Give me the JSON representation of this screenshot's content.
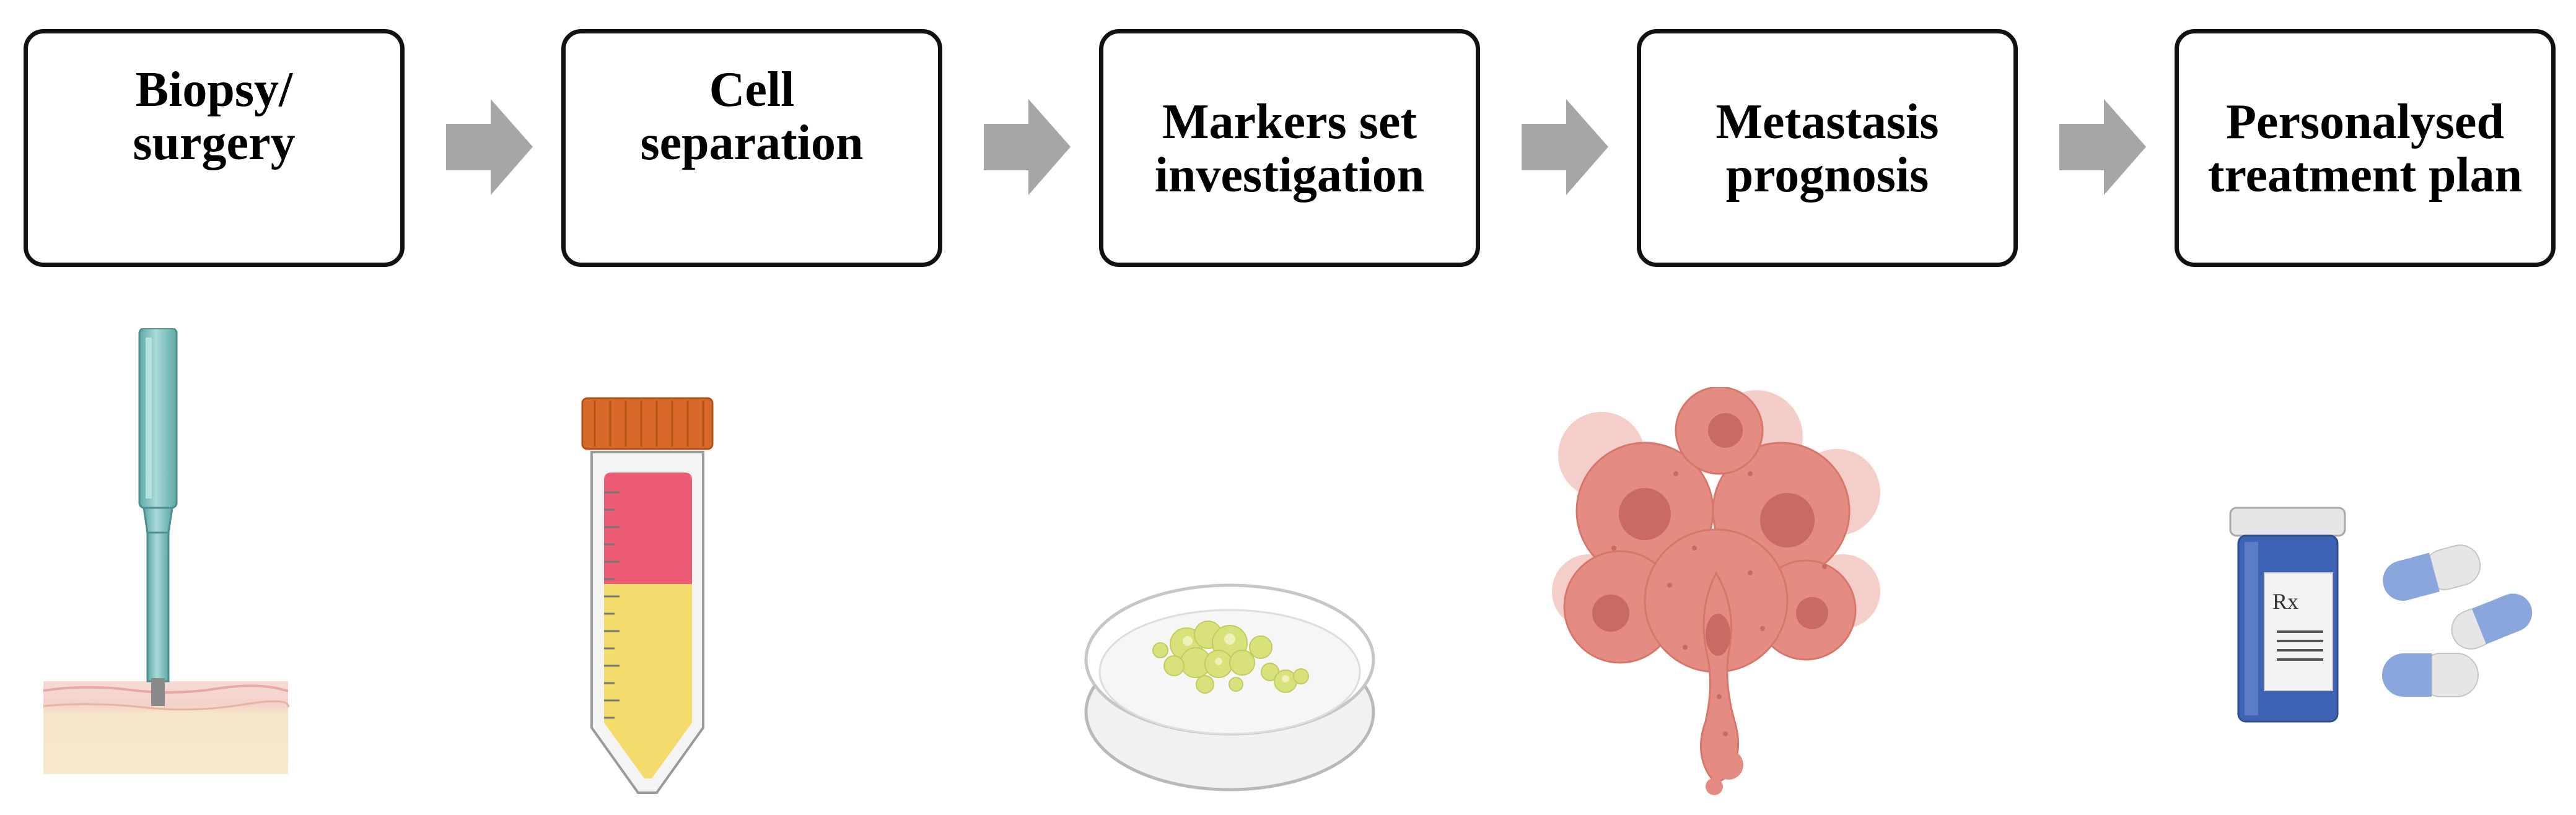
{
  "steps": [
    {
      "label": "Biopsy/\nsurgery"
    },
    {
      "label": "Cell\nseparation"
    },
    {
      "label": "Markers set\ninvestigation"
    },
    {
      "label": "Metastasis\nprognosis"
    },
    {
      "label": "Personalysed\ntreatment plan"
    }
  ],
  "illustrations": [
    {
      "icon": "biopsy-needle-skin-icon"
    },
    {
      "icon": "centrifuge-tube-icon"
    },
    {
      "icon": "petri-dish-icon"
    },
    {
      "icon": "metastasis-cells-icon"
    },
    {
      "icon": "medication-bottle-pills-icon"
    }
  ],
  "prescription_symbol": "Rx",
  "colors": {
    "box_border": "#111111",
    "arrow": "#a6a6a6",
    "needle": "#7fc1c0",
    "tube_cap": "#d9692b",
    "tube_top_layer": "#ee5b74",
    "tube_bottom_layer": "#f3dc6c",
    "cells": "#e48c82",
    "bottle": "#3f63b4",
    "capsule": "#8aa6dc"
  }
}
